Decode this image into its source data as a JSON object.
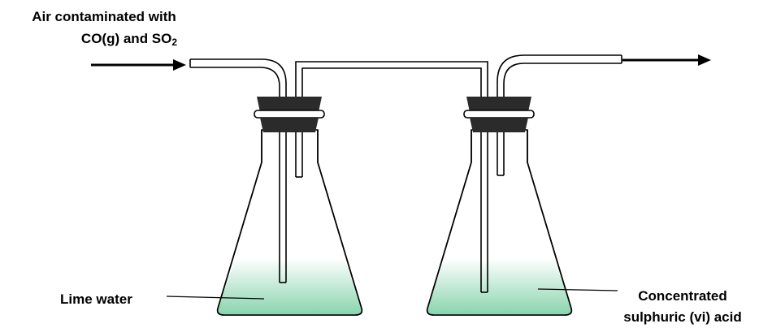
{
  "labels": {
    "inlet_line1": "Air contaminated with",
    "inlet_line2": "CO(g) and SO",
    "inlet_subscript": "2",
    "flask1": "Lime water",
    "flask2_line1": "Concentrated",
    "flask2_line2": "sulphuric (vi) acid"
  },
  "colors": {
    "liquid": "#88d4ad",
    "stopper": "#2b2b2b",
    "outline": "#000000"
  }
}
